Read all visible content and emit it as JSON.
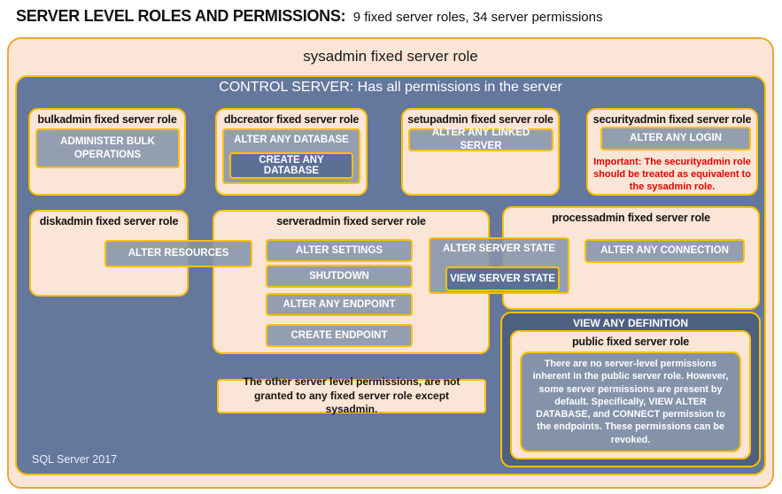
{
  "title": {
    "main": "SERVER LEVEL ROLES AND PERMISSIONS:",
    "sub": "9 fixed server roles, 34 server permissions"
  },
  "sysadmin": {
    "label": "sysadmin fixed server role"
  },
  "control_server": {
    "label": "CONTROL SERVER: Has all permissions in the server"
  },
  "roles": {
    "bulkadmin": {
      "title": "bulkadmin fixed server role",
      "permission": "ADMINISTER BULK OPERATIONS"
    },
    "dbcreator": {
      "title": "dbcreator fixed server role",
      "outer_permission": "ALTER ANY DATABASE",
      "inner_permission": "CREATE ANY DATABASE"
    },
    "setupadmin": {
      "title": "setupadmin fixed server role",
      "permission": "ALTER ANY LINKED SERVER"
    },
    "securityadmin": {
      "title": "securityadmin fixed server role",
      "permission": "ALTER ANY LOGIN",
      "warning": "Important: The securityadmin role should be treated as equivalent to the sysadmin role."
    },
    "diskadmin": {
      "title": "diskadmin fixed server role",
      "permission": "ALTER RESOURCES"
    },
    "serveradmin": {
      "title": "serveradmin fixed server role",
      "permissions": [
        "ALTER SETTINGS",
        "SHUTDOWN",
        "ALTER ANY ENDPOINT",
        "CREATE ENDPOINT"
      ],
      "outer_permission": "ALTER SERVER STATE",
      "inner_permission": "VIEW SERVER STATE"
    },
    "processadmin": {
      "title": "processadmin fixed server role",
      "permission": "ALTER ANY CONNECTION"
    },
    "public": {
      "banner": "VIEW ANY DEFINITION",
      "title": "public fixed server role",
      "description": "There are no server-level permissions inherent in the public server role. However, some server permissions are present by default. Specifically, VIEW ALTER DATABASE, and CONNECT permission to the endpoints. These permissions can be revoked."
    }
  },
  "note": "The other server level permissions, are not granted to any fixed server role except sysadmin.",
  "footer": "SQL Server 2017",
  "colors": {
    "peach_fill": "#FBE5D6",
    "gold_border": "#FFC000",
    "outer_border": "#EDA63C",
    "slate_fill": "#64779D",
    "dark_slate_fill": "#4E6080",
    "permission_fill": "#8493AA",
    "nested_permission_fill": "#5C7095",
    "warning_red": "#E60000",
    "white_text": "#FFFFFF",
    "black_text": "#141414"
  }
}
